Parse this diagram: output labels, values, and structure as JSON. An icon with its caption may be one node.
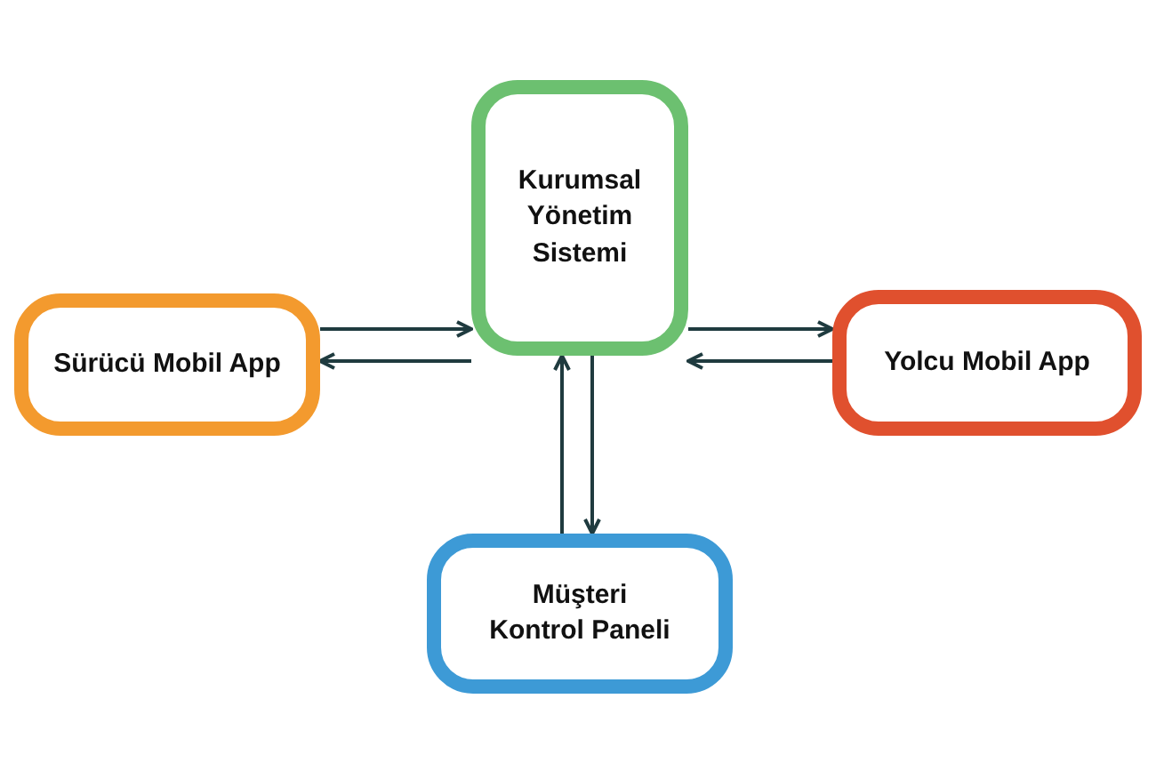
{
  "diagram": {
    "nodes": [
      {
        "text": [
          "Kurumsal Yönetim Sistemi"
        ]
      },
      {
        "text": [
          "Sürücü Mobil App"
        ]
      },
      {
        "text": [
          "Yolcu Mobil App"
        ]
      },
      {
        "text": [
          "Müşteri Kontrol Paneli"
        ]
      }
    ],
    "edges": [
      {
        "from": 1,
        "to": 0,
        "arrow": "to"
      },
      {
        "from": 0,
        "to": 1,
        "arrow": "to"
      },
      {
        "from": 0,
        "to": 2,
        "arrow": "to"
      },
      {
        "from": 2,
        "to": 0,
        "arrow": "to"
      },
      {
        "from": 3,
        "to": 0,
        "arrow": "to"
      },
      {
        "from": 0,
        "to": 3,
        "arrow": "to"
      }
    ]
  }
}
